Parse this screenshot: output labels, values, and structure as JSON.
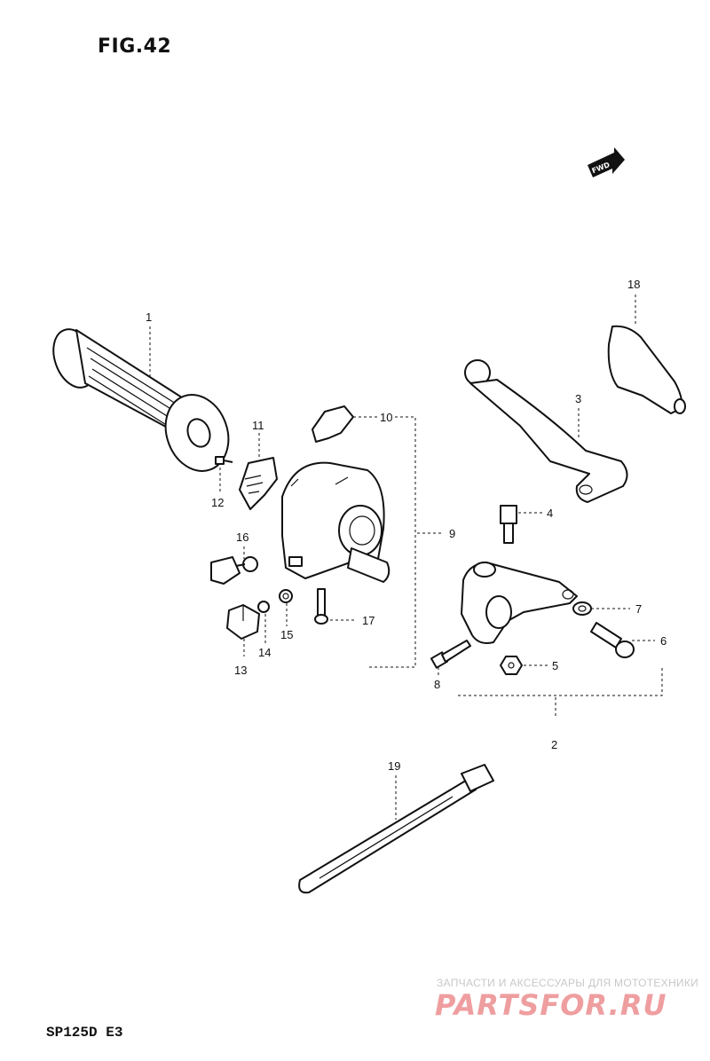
{
  "figure": {
    "title": "FIG.42",
    "model": "SP125D E3"
  },
  "arrow": {
    "text": "FWD"
  },
  "parts": [
    {
      "id": "p1",
      "label": "1"
    },
    {
      "id": "p2",
      "label": "2"
    },
    {
      "id": "p3",
      "label": "3"
    },
    {
      "id": "p4",
      "label": "4"
    },
    {
      "id": "p5",
      "label": "5"
    },
    {
      "id": "p6",
      "label": "6"
    },
    {
      "id": "p7",
      "label": "7"
    },
    {
      "id": "p8",
      "label": "8"
    },
    {
      "id": "p9",
      "label": "9"
    },
    {
      "id": "p10",
      "label": "10"
    },
    {
      "id": "p11",
      "label": "11"
    },
    {
      "id": "p12",
      "label": "12"
    },
    {
      "id": "p13",
      "label": "13"
    },
    {
      "id": "p14",
      "label": "14"
    },
    {
      "id": "p15",
      "label": "15"
    },
    {
      "id": "p16",
      "label": "16"
    },
    {
      "id": "p17",
      "label": "17"
    },
    {
      "id": "p18",
      "label": "18"
    },
    {
      "id": "p19",
      "label": "19"
    }
  ],
  "watermark": {
    "line1": "ЗАПЧАСТИ И АКСЕССУАРЫ ДЛЯ МОТОТЕХНИКИ",
    "logo": "PARTSFOR.RU"
  }
}
